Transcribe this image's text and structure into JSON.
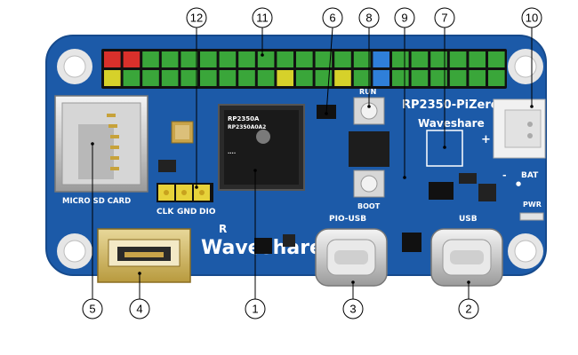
{
  "board": {
    "model_label": "RP2350-PiZero",
    "brand_label": "Waveshare",
    "chip_lines": [
      "RP2350A",
      "RP2350A0A2",
      "...."
    ],
    "sd_label": "MICRO SD CARD",
    "swd_labels": [
      "CLK",
      "GND",
      "DIO"
    ],
    "pio_usb_label": "PIO-USB",
    "usb_label": "USB",
    "bat_label": "BAT",
    "pwr_label": "PWR",
    "run_label": "RUN",
    "boot_label": "BOOT",
    "logo_mark": "R",
    "plus_label": "+",
    "minus_label": "-",
    "dot_label": "●"
  },
  "callouts": [
    {
      "number": "1",
      "target": "rp2350-chip"
    },
    {
      "number": "2",
      "target": "usb-port"
    },
    {
      "number": "3",
      "target": "pio-usb-port"
    },
    {
      "number": "4",
      "target": "mini-hdmi"
    },
    {
      "number": "5",
      "target": "micro-sd-slot"
    },
    {
      "number": "6",
      "target": "component"
    },
    {
      "number": "7",
      "target": "battery-circuit"
    },
    {
      "number": "8",
      "target": "run-button"
    },
    {
      "number": "9",
      "target": "boot-button"
    },
    {
      "number": "10",
      "target": "battery-connector"
    },
    {
      "number": "11",
      "target": "gpio-header"
    },
    {
      "number": "12",
      "target": "swd-interface"
    }
  ],
  "colors": {
    "pcb": "#1c5aa8",
    "header_green": "#3aa63a",
    "header_red": "#d9302b",
    "header_yellow": "#d6d12a",
    "header_blue": "#2f7fd9"
  }
}
